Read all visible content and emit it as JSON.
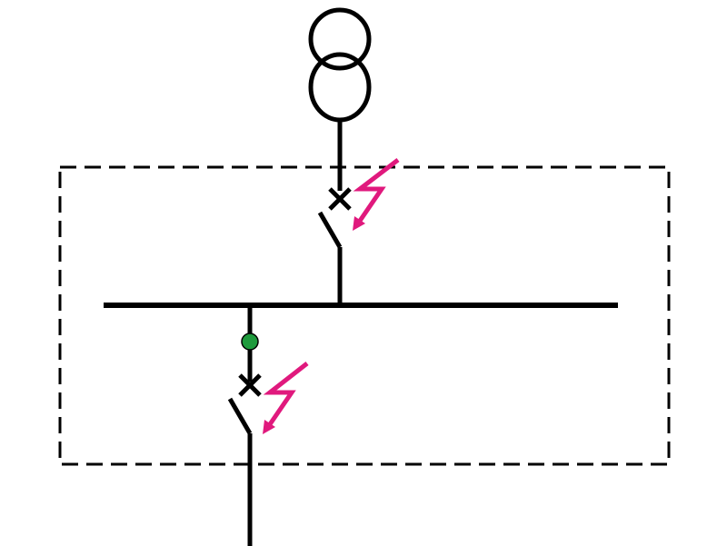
{
  "diagram": {
    "colors": {
      "line": "#000000",
      "fault_symbol": "#e0197d",
      "status_indicator": "#1e9a3c",
      "background": "#ffffff"
    },
    "components": {
      "transformer": {
        "symbol": "two-winding-transformer"
      },
      "incoming_breaker": {
        "symbol": "circuit-breaker",
        "fault_icon": "lightning-arrow-icon"
      },
      "busbar": {
        "symbol": "busbar"
      },
      "outgoing_indicator": {
        "symbol": "status-dot",
        "state": "closed"
      },
      "outgoing_breaker": {
        "symbol": "circuit-breaker",
        "fault_icon": "lightning-arrow-icon"
      },
      "outgoing_feeder": {
        "symbol": "feeder-line"
      },
      "switchgear_boundary": {
        "symbol": "dashed-enclosure"
      }
    }
  }
}
